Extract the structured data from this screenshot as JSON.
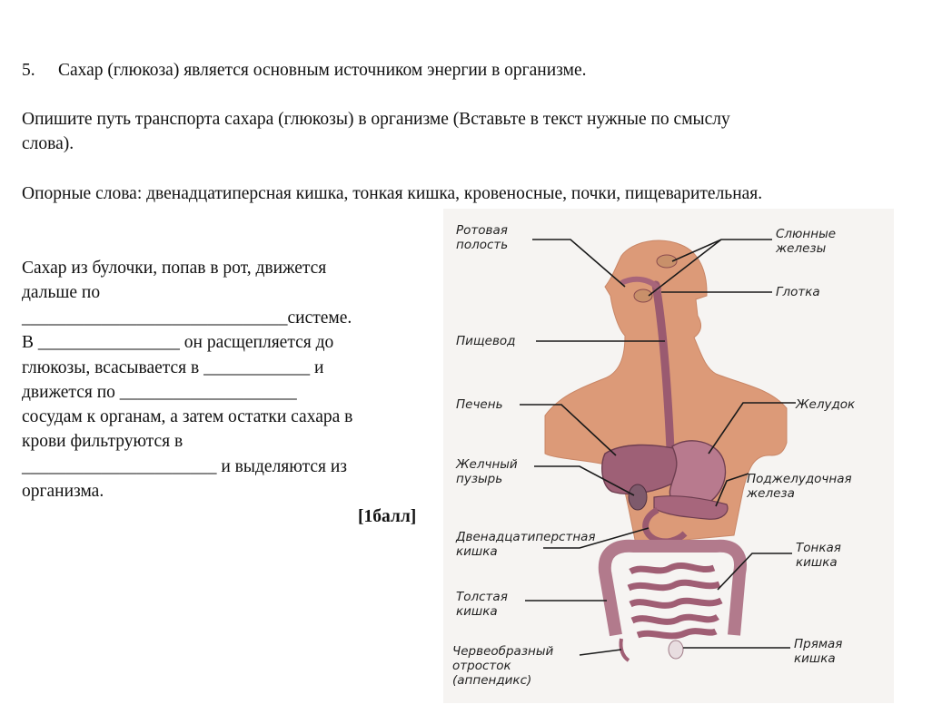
{
  "question": {
    "number": "5.",
    "statement": "Сахар (глюкоза) является основным источником энергии в организме.",
    "task_line1": "Опишите путь транспорта сахара (глюкозы) в организме (Вставьте в текст нужные по смыслу",
    "task_line2": "слова).",
    "keywords": "Опорные слова:  двенадцатиперсная кишка, тонкая кишка, кровеносные, почки, пищеварительная."
  },
  "passage": {
    "l1": "Сахар из булочки, попав в рот, движется",
    "l2": "дальше по",
    "l3": "______________________________системе.",
    "l4": "В ________________  он расщепляется до",
    "l5": "глюкозы,  всасывается в ____________ и",
    "l6": "движется по ____________________",
    "l7": "сосудам к органам, а затем остатки сахара в",
    "l8": "крови фильтруются в",
    "l9": "______________________ и выделяются из",
    "l10": "организма.",
    "score": "[1балл]"
  },
  "diagram": {
    "labels": {
      "oral_cavity_1": "Ротовая",
      "oral_cavity_2": "полость",
      "salivary_1": "Слюнные",
      "salivary_2": "железы",
      "pharynx": "Глотка",
      "esophagus": "Пищевод",
      "liver": "Печень",
      "stomach": "Желудок",
      "gallbladder_1": "Желчный",
      "gallbladder_2": "пузырь",
      "pancreas_1": "Поджелудочная",
      "pancreas_2": "железа",
      "duodenum_1": "Двенадцатиперстная",
      "duodenum_2": "кишка",
      "small_int_1": "Тонкая",
      "small_int_2": "кишка",
      "large_int_1": "Толстая",
      "large_int_2": "кишка",
      "appendix_1": "Червеобразный",
      "appendix_2": "отросток",
      "appendix_3": "(аппендикс)",
      "rectum_1": "Прямая",
      "rectum_2": "кишка"
    }
  }
}
